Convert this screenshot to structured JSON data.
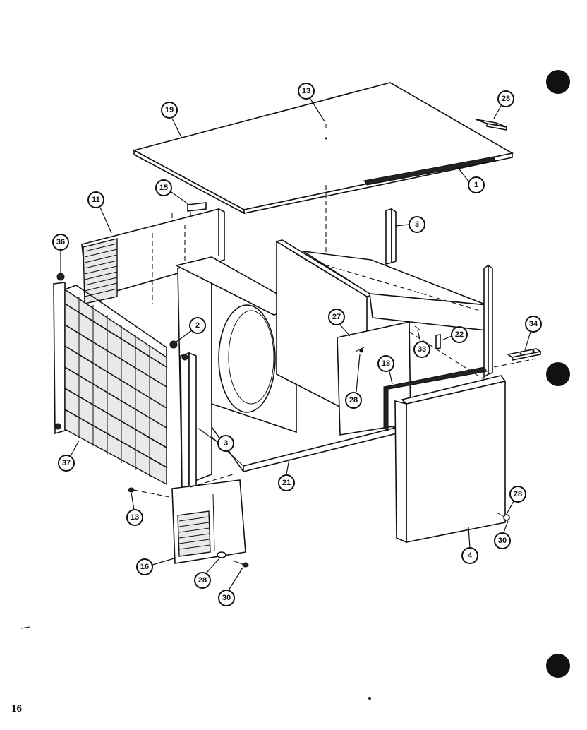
{
  "page_number": "16",
  "callouts": [
    {
      "label": "13"
    },
    {
      "label": "19"
    },
    {
      "label": "28"
    },
    {
      "label": "1"
    },
    {
      "label": "15"
    },
    {
      "label": "11"
    },
    {
      "label": "3"
    },
    {
      "label": "36"
    },
    {
      "label": "2"
    },
    {
      "label": "27"
    },
    {
      "label": "22"
    },
    {
      "label": "33"
    },
    {
      "label": "34"
    },
    {
      "label": "18"
    },
    {
      "label": "28"
    },
    {
      "label": "3"
    },
    {
      "label": "37"
    },
    {
      "label": "21"
    },
    {
      "label": "13"
    },
    {
      "label": "28"
    },
    {
      "label": "30"
    },
    {
      "label": "4"
    },
    {
      "label": "16"
    },
    {
      "label": "28"
    },
    {
      "label": "30"
    }
  ]
}
